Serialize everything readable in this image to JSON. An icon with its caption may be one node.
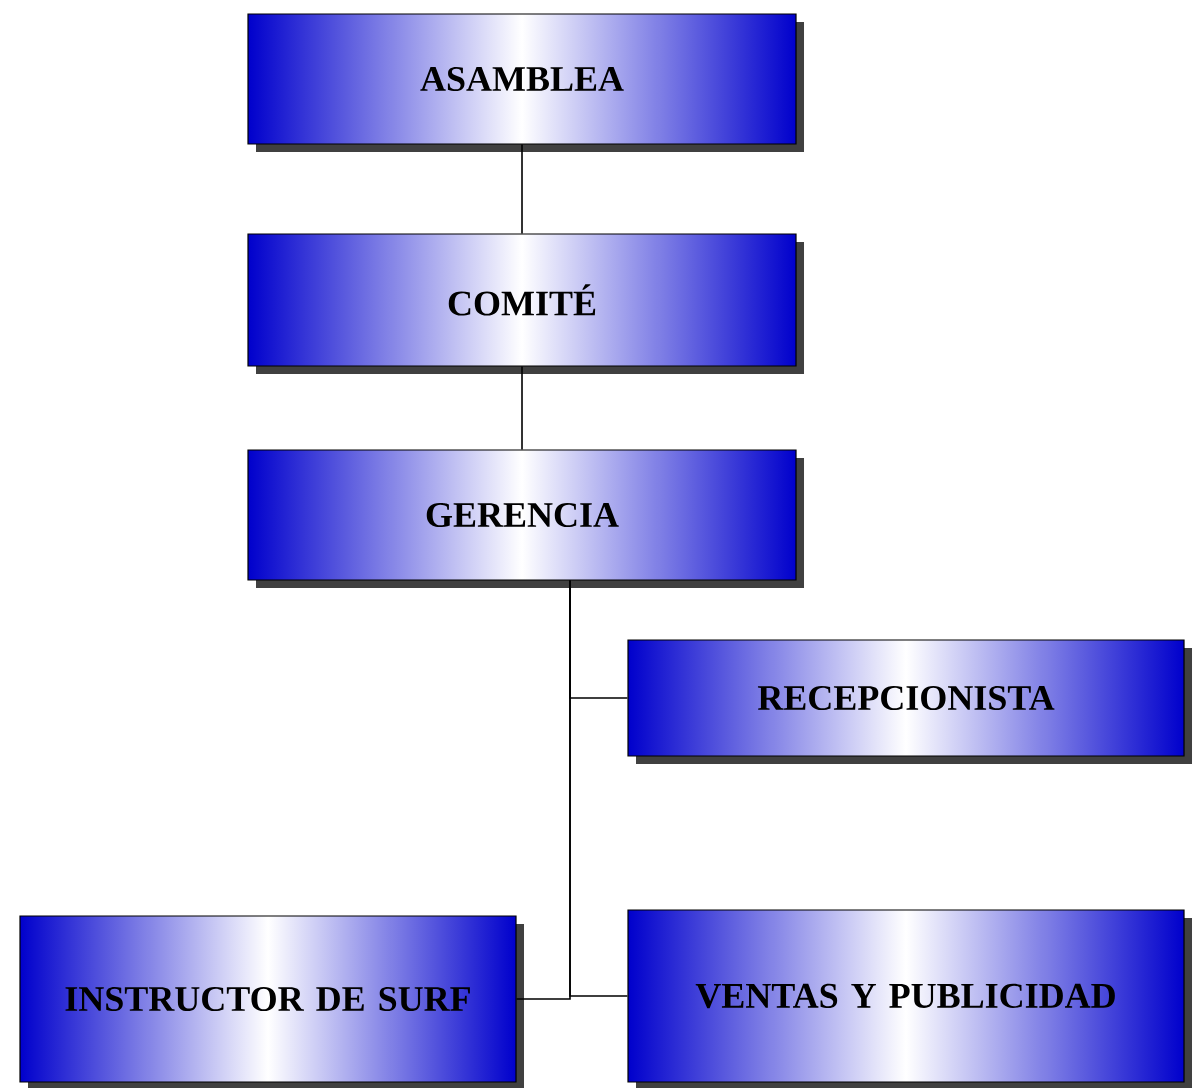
{
  "diagram": {
    "nodes": [
      {
        "text": [
          "ASAMBLEA"
        ]
      },
      {
        "text": [
          "COMITÉ"
        ]
      },
      {
        "text": [
          "GERENCIA"
        ]
      },
      {
        "text": [
          "RECEPCIONISTA"
        ]
      },
      {
        "text": [
          "INSTRUCTOR DE SURF"
        ]
      },
      {
        "text": [
          "VENTAS Y PUBLICIDAD"
        ]
      }
    ],
    "edges": [
      {
        "from": 0,
        "to": 1,
        "arrow": "none"
      },
      {
        "from": 1,
        "to": 2,
        "arrow": "none"
      },
      {
        "from": 2,
        "to": 3,
        "arrow": "none"
      },
      {
        "from": 2,
        "to": 4,
        "arrow": "none"
      },
      {
        "from": 2,
        "to": 5,
        "arrow": "none"
      }
    ]
  }
}
